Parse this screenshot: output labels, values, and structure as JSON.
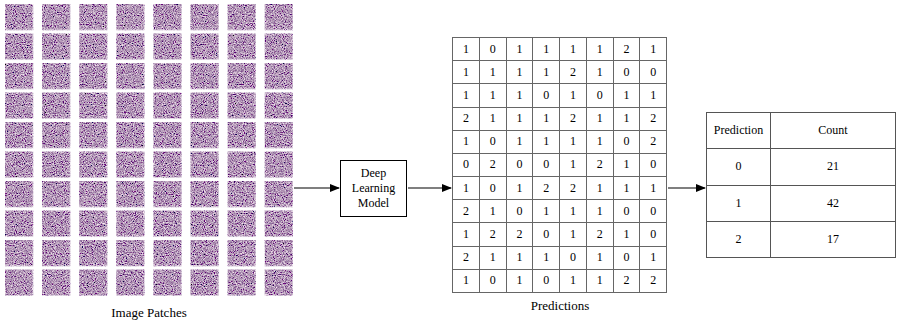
{
  "diagram": {
    "nodes": [
      {
        "text": [
          "Image Patches"
        ]
      },
      {
        "text": [
          "Deep Learning Model"
        ]
      },
      {
        "text": [
          "Predictions"
        ]
      },
      {
        "text": [
          "Prediction",
          "Count",
          "0",
          "21",
          "1",
          "42",
          "2",
          "17"
        ]
      }
    ],
    "edges": [
      {
        "from": 0,
        "to": 1,
        "arrow": "to"
      },
      {
        "from": 1,
        "to": 2,
        "arrow": "to"
      },
      {
        "from": 2,
        "to": 3,
        "arrow": "to"
      }
    ],
    "labels": [
      "1",
      "0",
      "1",
      "1",
      "1",
      "1",
      "2",
      "1",
      "1",
      "1",
      "1",
      "1",
      "2",
      "1",
      "0",
      "0",
      "1",
      "1",
      "1",
      "0",
      "1",
      "0",
      "1",
      "1",
      "2",
      "1",
      "1",
      "1",
      "2",
      "1",
      "1",
      "2",
      "1",
      "0",
      "1",
      "1",
      "1",
      "1",
      "0",
      "2",
      "0",
      "2",
      "0",
      "0",
      "1",
      "2",
      "1",
      "0",
      "1",
      "0",
      "1",
      "2",
      "2",
      "1",
      "1",
      "1",
      "2",
      "1",
      "0",
      "1",
      "1",
      "1",
      "0",
      "0",
      "1",
      "2",
      "2",
      "0",
      "1",
      "2",
      "1",
      "0",
      "2",
      "1",
      "1",
      "1",
      "0",
      "1",
      "0",
      "1",
      "1",
      "0",
      "1",
      "0",
      "1",
      "1",
      "2",
      "2"
    ]
  }
}
